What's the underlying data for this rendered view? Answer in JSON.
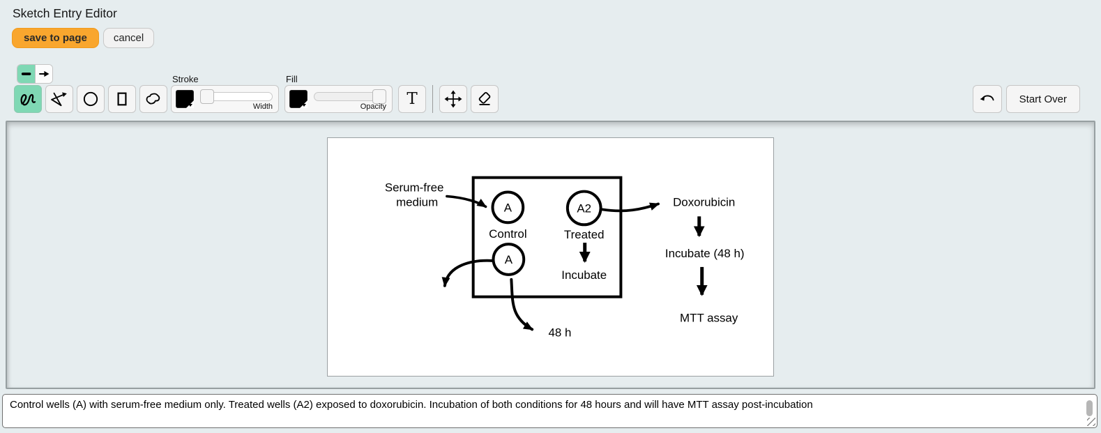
{
  "header": {
    "title": "Sketch Entry Editor",
    "save_button": "save to page",
    "cancel_button": "cancel"
  },
  "toolbar": {
    "selected_tool": "freehand",
    "selected_line_type": "plain-line",
    "stroke": {
      "label": "Stroke",
      "slider_caption": "Width",
      "color": "#000000",
      "width_value_percent": 5
    },
    "fill": {
      "label": "Fill",
      "slider_caption": "Opacity",
      "color": "#000000",
      "opacity_value_percent": 100
    },
    "text_tool_glyph": "T",
    "start_over_button": "Start Over",
    "icons": {
      "line_toggle": "dash-line-icon",
      "arrow_toggle": "arrow-line-icon",
      "freehand": "freehand-draw-icon",
      "polyline": "polyline-arrow-icon",
      "ellipse": "ellipse-tool-icon",
      "rectangle": "rectangle-tool-icon",
      "blob": "blob-tool-icon",
      "text": "text-tool-icon",
      "move": "move-tool-icon",
      "eraser": "eraser-tool-icon",
      "undo": "undo-icon"
    }
  },
  "colors": {
    "tool_selected_bg": "#7fd8b4",
    "save_button_bg": "#f9a62e",
    "page_bg": "#e6edef"
  },
  "canvas": {
    "diagram": {
      "serum_lines": [
        "Serum-free",
        "medium"
      ],
      "well_top_left": "A",
      "well_top_left_caption": "Control",
      "well_top_right": "A2",
      "well_top_right_caption": "Treated",
      "well_bottom": "A",
      "incubate_inside": "Incubate",
      "doxorubicin": "Doxorubicin",
      "incubate_48h": "Incubate (48 h)",
      "mtt_assay": "MTT assay",
      "time_48h": "48 h"
    }
  },
  "caption": {
    "value": "Control wells (A) with serum-free medium only. Treated wells (A2) exposed to doxorubicin. Incubation of both conditions for 48 hours and will have MTT assay post-incubation"
  }
}
